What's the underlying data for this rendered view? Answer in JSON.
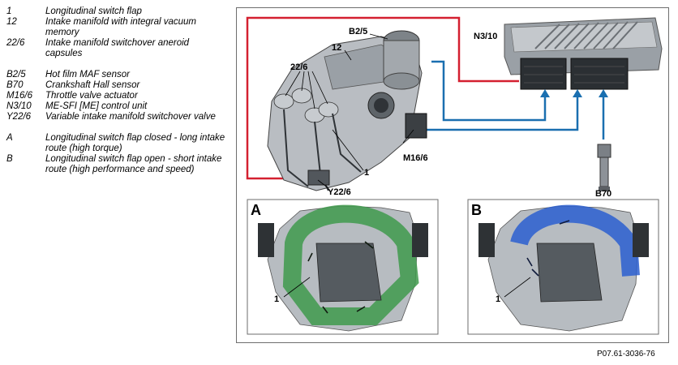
{
  "legend": [
    {
      "key": "1",
      "desc": "Longitudinal switch flap"
    },
    {
      "key": "12",
      "desc": "Intake manifold with integral vacuum memory"
    },
    {
      "key": "22/6",
      "desc": "Intake manifold switchover aneroid capsules"
    },
    {
      "gap": true
    },
    {
      "key": "B2/5",
      "desc": "Hot film MAF sensor"
    },
    {
      "key": "B70",
      "desc": "Crankshaft Hall sensor"
    },
    {
      "key": "M16/6",
      "desc": "Throttle valve actuator"
    },
    {
      "key": "N3/10",
      "desc": "ME-SFI [ME] control unit"
    },
    {
      "key": "Y22/6",
      "desc": "Variable intake manifold switchover valve"
    },
    {
      "gap": true
    },
    {
      "key": "A",
      "desc": "Longitudinal switch flap closed - long intake route (high torque)"
    },
    {
      "key": "B",
      "desc": "Longitudinal switch flap open - short intake route (high performance and speed)"
    }
  ],
  "labels": {
    "b25": "B2/5",
    "n310": "N3/10",
    "twelve": "12",
    "twentytwo": "22/6",
    "m166": "M16/6",
    "one_top": "1",
    "y226": "Y22/6",
    "b70": "B70",
    "panel_a": "A",
    "panel_b": "B",
    "one_a": "1",
    "one_b": "1"
  },
  "doc_code": "P07.61-3036-76",
  "colors": {
    "red_wire": "#d42030",
    "blue_wire": "#1a6fb0",
    "green_flow": "#3f9a4c",
    "blue_flow": "#2c5fd0",
    "frame": "#6e6e6e"
  }
}
